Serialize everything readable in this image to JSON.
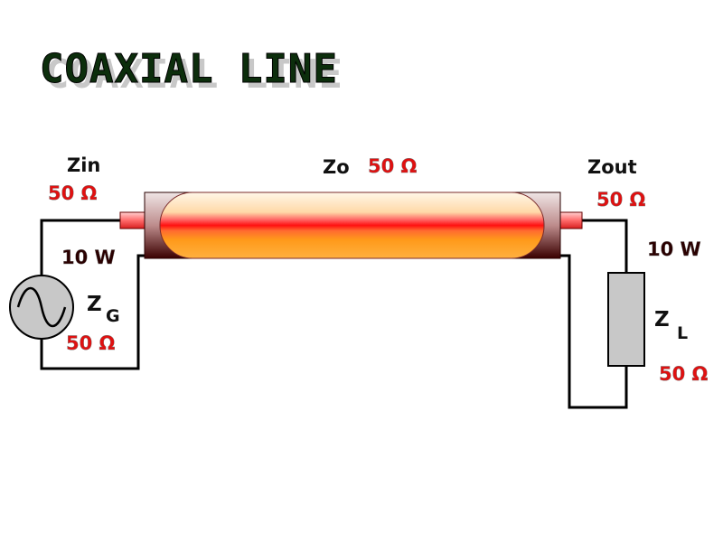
{
  "title": "COAXIAL LINE",
  "labels": {
    "zin": "Zin",
    "zin_value": "50 Ω",
    "zo": "Zo",
    "zo_value": "50 Ω",
    "zout": "Zout",
    "zout_value": "50 Ω",
    "source_power": "10 W",
    "source_z": "Z",
    "source_sub": "G",
    "source_value": "50 Ω",
    "load_power": "10 W",
    "load_z": "Z",
    "load_sub": "L",
    "load_value": "50 Ω"
  },
  "colors": {
    "title": "#0c2e0c",
    "title_shadow": "#c8c8c8",
    "value_red": "#e01010",
    "text_dark": "#111111",
    "wire": "#000000",
    "generator_fill": "#c8c8c8",
    "load_fill": "#c8c8c8",
    "cable_red": "#ff2020",
    "cable_orange": "#ff9a1a"
  }
}
